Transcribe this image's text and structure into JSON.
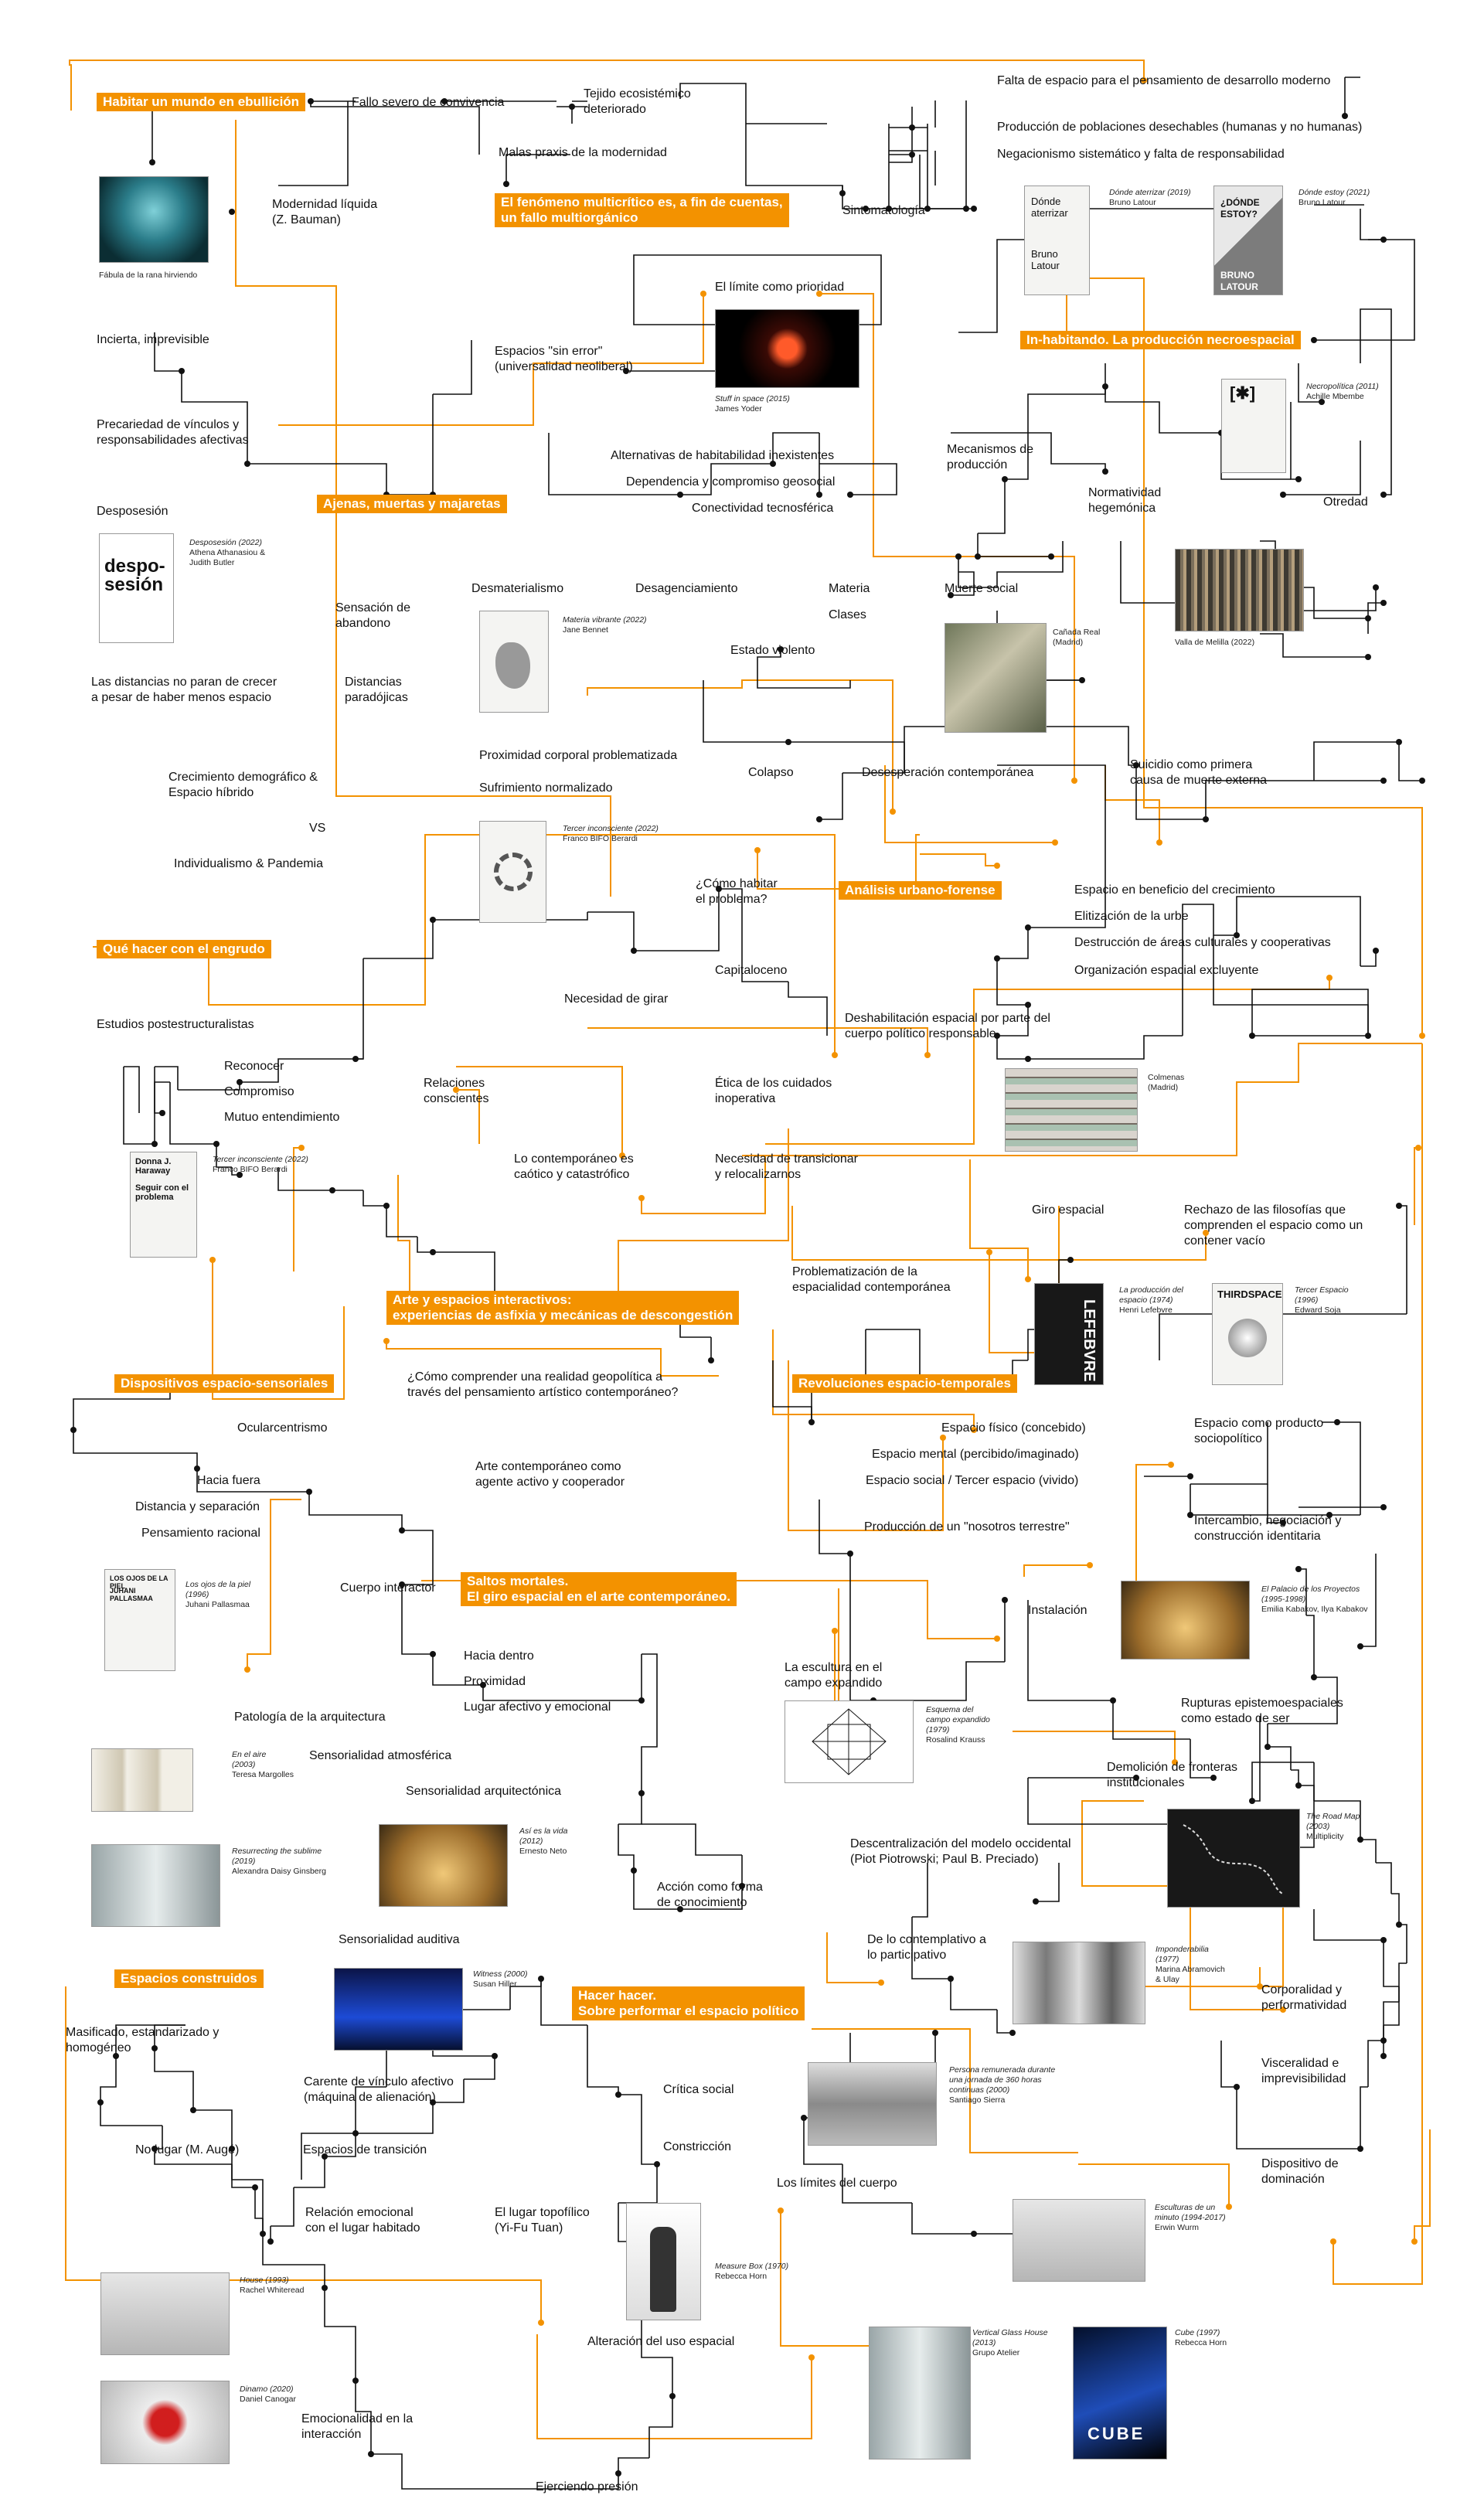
{
  "headings": {
    "habitar": "Habitar un mundo en ebullición",
    "fenomeno_1": "El fenómeno multicrítico es, a fin de cuentas,",
    "fenomeno_2": "un fallo multiorgánico",
    "inhabitando": "In-habitando. La producción necroespacial",
    "ajenas": "Ajenas, muertas y majaretas",
    "analisis": "Análisis urbano-forense",
    "engrudo": "Qué hacer con el engrudo",
    "arte_1": "Arte y espacios interactivos:",
    "arte_2": "experiencias de asfixia y mecánicas de descongestión",
    "dispositivos": "Dispositivos espacio-sensoriales",
    "revoluciones": "Revoluciones espacio-temporales",
    "saltos_1": "Saltos mortales.",
    "saltos_2": "El giro espacial en el arte contemporáneo.",
    "construidos": "Espacios construidos",
    "hacer_1": "Hacer hacer.",
    "hacer_2": "Sobre performar el espacio político"
  },
  "nodes": {
    "fallo": "Fallo severo de convivencia",
    "tejido_1": "Tejido ecosistémico",
    "tejido_2": "deteriorado",
    "malas": "Malas praxis de la modernidad",
    "falta": "Falta de espacio para el pensamiento de desarrollo moderno",
    "produccion_pob": "Producción de poblaciones desechables (humanas y no humanas)",
    "negacionismo": "Negacionismo sistemático y falta de responsabilidad",
    "sintomatologia": "Sintomatología",
    "modernidad_1": "Modernidad líquida",
    "modernidad_2": "(Z. Bauman)",
    "limite": "El límite como prioridad",
    "incierta": "Incierta, imprevisible",
    "espacios_sin_1": "Espacios \"sin error\"",
    "espacios_sin_2": "(universalidad neoliberal)",
    "precariedad_1": "Precariedad de vínculos y",
    "precariedad_2": "responsabilidades afectivas",
    "alternativas": "Alternativas de habitabilidad inexistentes",
    "dependencia": "Dependencia y compromiso geosocial",
    "conectividad": "Conectividad tecnosférica",
    "mecanismos_1": "Mecanismos de",
    "mecanismos_2": "producción",
    "normatividad_1": "Normatividad",
    "normatividad_2": "hegemónica",
    "otredad": "Otredad",
    "desposesion": "Desposesión",
    "desmaterialismo": "Desmaterialismo",
    "desagenciamiento": "Desagenciamiento",
    "materia": "Materia",
    "clases": "Clases",
    "muerte": "Muerte social",
    "sensacion_1": "Sensación de",
    "sensacion_2": "abandono",
    "estado": "Estado violento",
    "distancias_crecer_1": "Las distancias no paran de crecer",
    "distancias_crecer_2": "a pesar de haber menos espacio",
    "distancias_par_1": "Distancias",
    "distancias_par_2": "paradójicas",
    "proximidad_corp": "Proximidad corporal problematizada",
    "sufrimiento": "Sufrimiento normalizado",
    "colapso": "Colapso",
    "desesperacion": "Desesperación contemporánea",
    "suicidio_1": "Suicidio como primera",
    "suicidio_2": "causa de muerte externa",
    "crecimiento_1": "Crecimiento demográfico &",
    "crecimiento_2": "Espacio híbrido",
    "vs": "VS",
    "individualismo": "Individualismo & Pandemia",
    "como_habitar_1": "¿Cómo habitar",
    "como_habitar_2": "el problema?",
    "espacio_beneficio": "Espacio en beneficio del crecimiento",
    "elitizacion": "Elitización de la urbe",
    "destruccion": "Destrucción de áreas culturales y cooperativas",
    "organizacion": "Organización espacial excluyente",
    "capitaloceno": "Capitaloceno",
    "necesidad_girar": "Necesidad de girar",
    "deshabilitacion_1": "Deshabilitación espacial por parte del",
    "deshabilitacion_2": "cuerpo político responsable",
    "estudios": "Estudios postestructuralistas",
    "reconocer": "Reconocer",
    "compromiso": "Compromiso",
    "mutuo": "Mutuo entendimiento",
    "relaciones_1": "Relaciones",
    "relaciones_2": "conscientes",
    "etica_1": "Ética de los cuidados",
    "etica_2": "inoperativa",
    "contemporaneo_1": "Lo contemporáneo es",
    "contemporaneo_2": "caótico y catastrófico",
    "transicionar_1": "Necesidad de transicionar",
    "transicionar_2": "y relocalizarnos",
    "giro": "Giro espacial",
    "rechazo_1": "Rechazo de las filosofías que",
    "rechazo_2": "comprenden el espacio como un",
    "rechazo_3": "contener vacío",
    "problematizacion_1": "Problematización de la",
    "problematizacion_2": "espacialidad contemporánea",
    "como_comprender_1": "¿Cómo comprender una realidad geopolítica a",
    "como_comprender_2": "través del pensamiento artístico contemporáneo?",
    "ocularcentrismo": "Ocularcentrismo",
    "hacia_fuera": "Hacia fuera",
    "distancia_sep": "Distancia y separación",
    "pensamiento_rac": "Pensamiento racional",
    "arte_agente_1": "Arte contemporáneo  como",
    "arte_agente_2": "agente activo y cooperador",
    "espacio_fisico": "Espacio físico (concebido)",
    "espacio_mental": "Espacio mental (percibido/imaginado)",
    "espacio_social": "Espacio social / Tercer espacio (vivido)",
    "espacio_producto_1": "Espacio como producto",
    "espacio_producto_2": "sociopolítico",
    "produccion_nosotros": "Producción de un \"nosotros terrestre\"",
    "intercambio_1": "Intercambio, negociación y",
    "intercambio_2": "construcción identitaria",
    "cuerpo_interactor": "Cuerpo  interactor",
    "hacia_dentro": "Hacia dentro",
    "proximidad": "Proximidad",
    "lugar_afectivo": "Lugar afectivo y emocional",
    "instalacion": "Instalación",
    "escultura_1": "La escultura en el",
    "escultura_2": "campo expandido",
    "rupturas_1": "Rupturas epistemoespaciales",
    "rupturas_2": "como estado de ser",
    "patologia": "Patología de la arquitectura",
    "sens_atmosferica": "Sensorialidad atmosférica",
    "sens_arquitectonica": "Sensorialidad arquitectónica",
    "demolicion_1": "Demolición de fronteras",
    "demolicion_2": "institucionales",
    "descentralizacion_1": "Descentralización del modelo occidental",
    "descentralizacion_2": "(Piot Piotrowski; Paul B. Preciado)",
    "accion_1": "Acción como forma",
    "accion_2": "de conocimiento",
    "sens_auditiva": "Sensorialidad auditiva",
    "contemplativo_1": "De lo contemplativo a",
    "contemplativo_2": "lo participativo",
    "corporalidad_1": "Corporalidad y",
    "corporalidad_2": "performatividad",
    "masificado_1": "Masificado, estandarizado y",
    "masificado_2": "homogéneo",
    "carente_1": "Carente de vínculo afectivo",
    "carente_2": "(máquina de alienación)",
    "critica": "Crítica social",
    "visceralidad_1": "Visceralidad e",
    "visceralidad_2": "imprevisibilidad",
    "no_lugar": "No lugar (M. Augé)",
    "transicion": "Espacios de transición",
    "constriccion": "Constricción",
    "limites": "Los límites del cuerpo",
    "dispositivo_dom_1": "Dispositivo de",
    "dispositivo_dom_2": "dominación",
    "relacion_1": "Relación emocional",
    "relacion_2": "con el lugar habitado",
    "topofilico_1": "El lugar topofílico",
    "topofilico_2": "(Yi-Fu Tuan)",
    "alteracion": "Alteración del uso espacial",
    "emocionalidad_1": "Emocionalidad en la",
    "emocionalidad_2": "interacción",
    "ejerciendo": "Ejerciendo presión"
  },
  "captions": {
    "fabula": {
      "title": "Fábula de la rana hirviendo",
      "credit": ""
    },
    "stuff": {
      "title": "Stuff in space (2015)",
      "credit": "James Yoder"
    },
    "donde_aterrizar": {
      "title": "Dónde aterrizar (2019)",
      "credit": "Bruno Latour"
    },
    "donde_estoy": {
      "title": "Dónde estoy (2021)",
      "credit": "Bruno Latour"
    },
    "necropolitica": {
      "title": "Necropolítica (2011)",
      "credit": "Achille Mbembe"
    },
    "desposesion": {
      "title": "Desposesión (2022)",
      "credit": "Athena Athanasiou &",
      "credit2": "Judith Butler"
    },
    "materia": {
      "title": "Materia vibrante (2022)",
      "credit": "Jane Bennet"
    },
    "canada": {
      "title": "Cañada Real",
      "credit": "(Madrid)"
    },
    "valla": {
      "title": "Valla de Melilla (2022)",
      "credit": ""
    },
    "tercer_1": {
      "title": "Tercer inconsciente (2022)",
      "credit": "Franco BIFO Berardi"
    },
    "colmenas": {
      "title": "Colmenas",
      "credit": "(Madrid)"
    },
    "tercer_2": {
      "title": "Tercer inconsciente (2022)",
      "credit": "Franco BIFO Berardi"
    },
    "lefebvre": {
      "title": "La producción del",
      "title2": "espacio (1974)",
      "credit": "Henri Lefebvre"
    },
    "soja": {
      "title": "Tercer Espacio",
      "title2": "(1996)",
      "credit": "Edward Soja"
    },
    "pallasmaa": {
      "title": "Los ojos de la piel",
      "title2": "(1996)",
      "credit": "Juhani Pallasmaa"
    },
    "kabakov": {
      "title": "El Palacio de los Proyectos",
      "title2": "(1995-1998)",
      "credit": "Emilia Kabakov, Ilya Kabakov"
    },
    "krauss": {
      "title": "Esquema del",
      "title2": "campo expandido",
      "title3": "(1979)",
      "credit": "Rosalind Krauss"
    },
    "margolles": {
      "title": "En el aire",
      "title2": "(2003)",
      "credit": "Teresa Margolles"
    },
    "ginsberg": {
      "title": "Resurrecting the sublime",
      "title2": "(2019)",
      "credit": "Alexandra Daisy Ginsberg"
    },
    "neto": {
      "title": "Así es la vida",
      "title2": "(2012)",
      "credit": "Ernesto Neto"
    },
    "roadmap": {
      "title": "The Road Map",
      "title2": "(2003)",
      "credit": "Multiplicity"
    },
    "hiller": {
      "title": "Witness (2000)",
      "credit": "Susan Hiller"
    },
    "abramovic": {
      "title": "Imponderabilia",
      "title2": "(1977)",
      "credit": "Marina Abramovich",
      "credit2": "& Ulay"
    },
    "sierra": {
      "title": "Persona remunerada durante",
      "title2": "una jornada de 360 horas",
      "title3": "continuas (2000)",
      "credit": "Santiago Sierra"
    },
    "wurm": {
      "title": "Esculturas de un",
      "title2": "minuto (1994-2017)",
      "credit": "Erwin Wurm"
    },
    "whiteread": {
      "title": "House (1993)",
      "credit": "Rachel Whiteread"
    },
    "horn_box": {
      "title": "Measure Box (1970)",
      "credit": "Rebecca Horn"
    },
    "canogar": {
      "title": "Dinamo (2020)",
      "credit": "Daniel Canogar"
    },
    "atelier": {
      "title": "Vertical Glass House",
      "title2": "(2013)",
      "credit": "Grupo Atelier"
    },
    "horn_cube": {
      "title": "Cube (1997)",
      "credit": "Rebecca Horn"
    }
  },
  "cover_text": {
    "aterrizar": "Dónde aterrizar",
    "latour_1": "Bruno Latour",
    "donde_estoy": "¿DÓNDE ESTOY?",
    "latour_2": "BRUNO LATOUR",
    "desposesion": "despo-sesión",
    "pallasmaa": "LOS OJOS DE LA PIEL",
    "pallasmaa_author": "JUHANI PALLASMAA",
    "haraway": "Donna J. Haraway",
    "haraway_title": "Seguir con el problema",
    "thirdspace": "THIRDSPACE",
    "lefebvre": "LEFEBVRE",
    "cube": "CUBE"
  },
  "colors": {
    "accent": "#f39200",
    "line": "#111111",
    "orange_line": "#f39200"
  }
}
